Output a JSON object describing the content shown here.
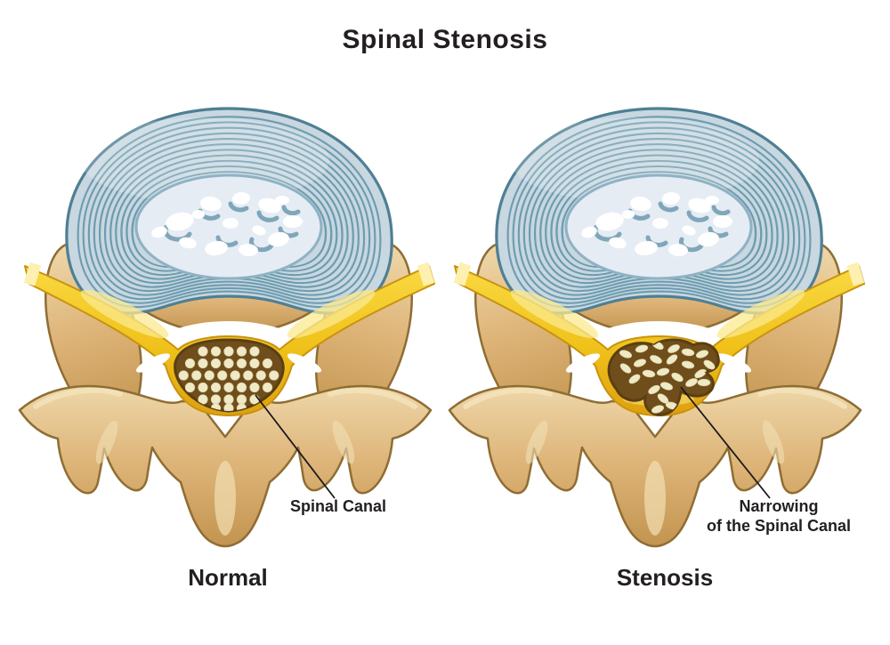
{
  "title": "Spinal Stenosis",
  "colors": {
    "text": "#231f20",
    "background": "#ffffff",
    "disc_fill": "#c8d7e0",
    "disc_ring": "#6c9cb0",
    "disc_edge": "#4e7f94",
    "nucleus_fill": "#e6ecf3",
    "nucleus_edge": "#8fb2c4",
    "blob_shadow": "#7fa6ba",
    "blob_white": "#ffffff",
    "bone_light": "#eed7a9",
    "bone_mid": "#ddb377",
    "bone_dark": "#c2944f",
    "bone_outline": "#8f6d33",
    "nerve_light": "#f9d942",
    "nerve_mid": "#f0c11a",
    "nerve_dark": "#dda00e",
    "nerve_outline": "#c8920e",
    "nerve_highlight": "#fbe98f",
    "nerve_cut_face": "#fdf0b0",
    "canal_fill": "#6f4e1c",
    "canal_outline": "#5a3e14",
    "fiber_fill": "#efe9c5",
    "leader_line": "#1a1a1a"
  },
  "diagrams": [
    {
      "name": "normal",
      "caption": "Normal",
      "annotation_lines": [
        "Spinal Canal"
      ]
    },
    {
      "name": "stenosis",
      "caption": "Stenosis",
      "annotation_lines": [
        "Narrowing",
        "of the Spinal Canal"
      ]
    }
  ]
}
